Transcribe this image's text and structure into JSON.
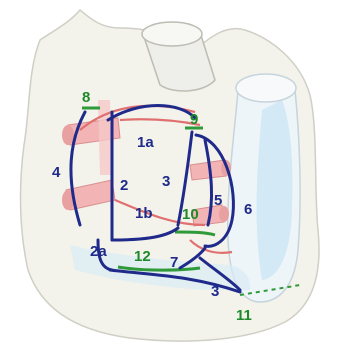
{
  "colors": {
    "heart_fill": "#f3f3ec",
    "heart_stroke": "#cfcfc6",
    "vessel_fill": "#eeeeea",
    "blue_line": "#1f2a8a",
    "green_line": "#2f9a3a",
    "red_line": "#e07070",
    "pink_vessel": "#f2b4b4",
    "light_blue": "#c9e4f5"
  },
  "labels": {
    "l1a": "1a",
    "l1b": "1b",
    "l2": "2",
    "l2a": "2a",
    "l3a": "3",
    "l3b": "3",
    "l4": "4",
    "l5": "5",
    "l6": "6",
    "l7": "7",
    "l8": "8",
    "l9": "9",
    "l10": "10",
    "l11": "11",
    "l12": "12"
  }
}
